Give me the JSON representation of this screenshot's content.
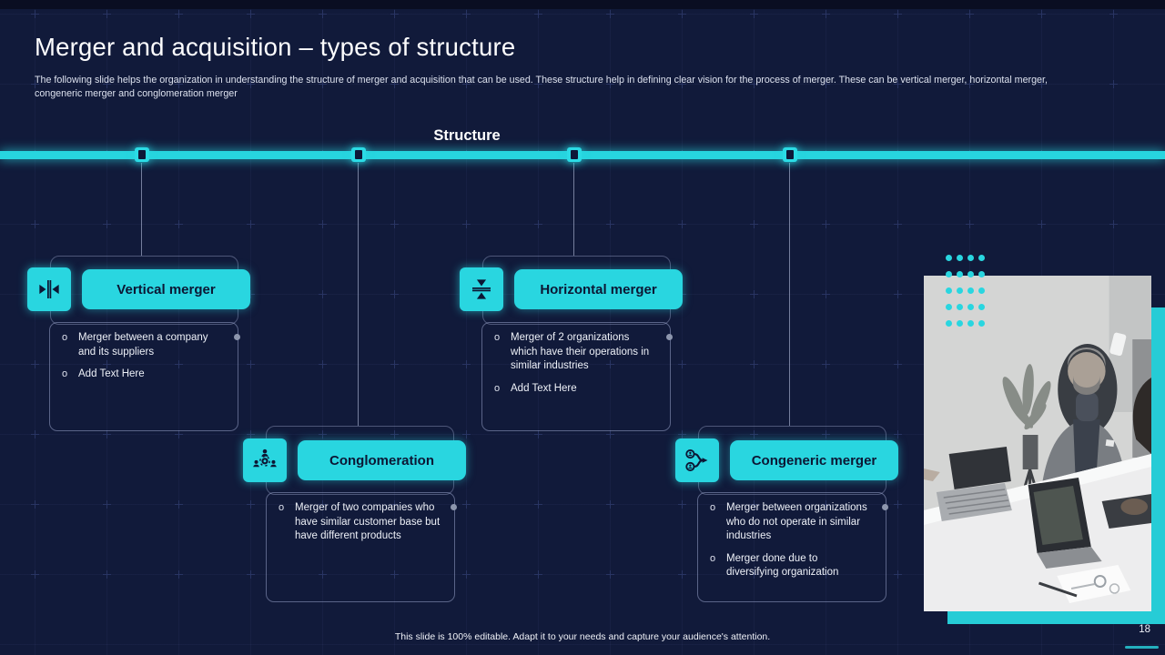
{
  "slide": {
    "title": "Merger and acquisition – types of structure",
    "description": "The following slide helps the organization in understanding the structure of merger and acquisition that can be used. These structure help in defining clear vision for the process of merger. These can be vertical merger, horizontal merger, congeneric merger and conglomeration merger",
    "section_label": "Structure",
    "footer_note": "This slide is 100% editable. Adapt it to your needs and capture your audience's attention.",
    "page_number": "18"
  },
  "bullet_marker": "o",
  "colors": {
    "background": "#111a3a",
    "accent_cyan": "#29d6e0",
    "button_text": "#0c1734",
    "panel_border": "#98a2c8",
    "body_text": "#eef1f8"
  },
  "nodes": [
    {
      "label": "Vertical merger",
      "icon": "merge-horizontal-icon",
      "bullets": [
        "Merger between a company and its suppliers",
        "Add Text Here"
      ]
    },
    {
      "label": "Horizontal merger",
      "icon": "merge-vertical-icon",
      "bullets": [
        "Merger of 2 organizations which have their operations in similar industries",
        "Add Text Here"
      ]
    },
    {
      "label": "Conglomeration",
      "icon": "team-gear-icon",
      "bullets": [
        "Merger of two companies who have similar customer base but have different products"
      ]
    },
    {
      "label": "Congeneric merger",
      "icon": "merge-flow-icon",
      "bullets": [
        "Merger between organizations who do not operate in similar industries",
        "Merger done due to diversifying organization"
      ]
    }
  ]
}
